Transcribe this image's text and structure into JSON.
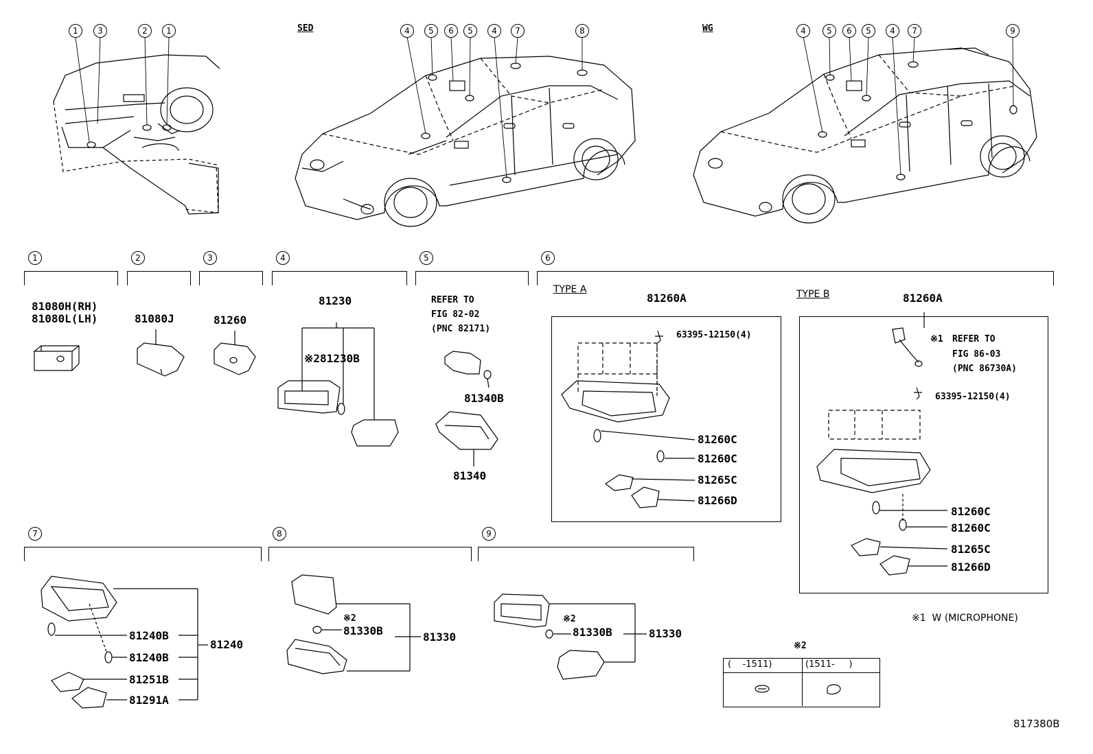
{
  "variants": {
    "sedan": "SED",
    "wagon": "WG"
  },
  "callouts": {
    "c1": "1",
    "c2": "2",
    "c3": "3",
    "c4": "4",
    "c5": "5",
    "c6": "6",
    "c7": "7",
    "c8": "8",
    "c9": "9"
  },
  "sections": {
    "s1": {
      "num": "1",
      "parts": [
        "81080H(RH)",
        "81080L(LH)"
      ]
    },
    "s2": {
      "num": "2",
      "parts": [
        "81080J"
      ]
    },
    "s3": {
      "num": "3",
      "parts": [
        "81260"
      ]
    },
    "s4": {
      "num": "4",
      "parts": [
        "81230",
        "※281230B"
      ]
    },
    "s5": {
      "num": "5",
      "refer": [
        "REFER TO",
        "FIG 82-02",
        "(PNC 82171)"
      ],
      "parts": [
        "81340B",
        "81340"
      ]
    },
    "s6": {
      "num": "6",
      "type_a": {
        "label": "TYPE A",
        "assembly": "81260A",
        "screw": "63395-12150(4)",
        "parts": [
          "81260C",
          "81260C",
          "81265C",
          "81266D"
        ]
      },
      "type_b": {
        "label": "TYPE B",
        "assembly": "81260A",
        "refer_mark": "※1",
        "refer": [
          "REFER TO",
          "FIG 86-03",
          "(PNC 86730A)"
        ],
        "screw": "63395-12150(4)",
        "parts": [
          "81260C",
          "81260C",
          "81265C",
          "81266D"
        ]
      }
    },
    "s7": {
      "num": "7",
      "assembly": "81240",
      "parts": [
        "81240B",
        "81240B",
        "81251B",
        "81291A"
      ]
    },
    "s8": {
      "num": "8",
      "assembly": "81330",
      "mark": "※2",
      "parts": [
        "81330B"
      ]
    },
    "s9": {
      "num": "9",
      "assembly": "81330",
      "mark": "※2",
      "parts": [
        "81330B"
      ]
    }
  },
  "notes": {
    "note1": "※1  W (MICROPHONE)"
  },
  "revision_table": {
    "title": "※2",
    "col1": "(    -1511)",
    "col2": "(1511-     )"
  },
  "diagram_id": "817380B"
}
